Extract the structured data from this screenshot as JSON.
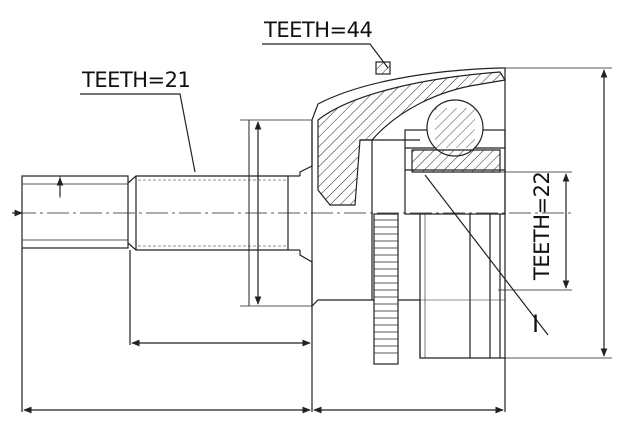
{
  "labels": {
    "teeth_top": "TEETH=44",
    "teeth_left": "TEETH=21",
    "teeth_right": "TEETH=22",
    "ref_mark": "I"
  }
}
